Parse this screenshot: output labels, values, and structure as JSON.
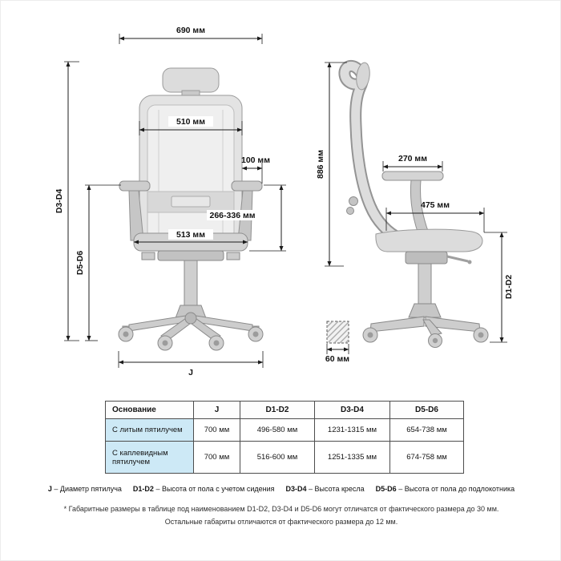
{
  "front_view": {
    "overall_width": "690 мм",
    "backrest_width": "510 мм",
    "armrest_offset": "100 мм",
    "armrest_height_range": "266-336 мм",
    "seat_width": "513 мм",
    "dim_d3_d4": "D3-D4",
    "dim_d5_d6": "D5-D6",
    "dim_j": "J"
  },
  "side_view": {
    "overall_height": "886 мм",
    "armrest_pad_length": "270 мм",
    "seat_depth": "475 мм",
    "dim_d1_d2": "D1-D2",
    "caster_size": "60 мм"
  },
  "table": {
    "headers": [
      "Основание",
      "J",
      "D1-D2",
      "D3-D4",
      "D5-D6"
    ],
    "rows": [
      {
        "base": "С литым пятилучем",
        "j": "700 мм",
        "d1_d2": "496-580 мм",
        "d3_d4": "1231-1315 мм",
        "d5_d6": "654-738 мм"
      },
      {
        "base": "С каплевидным пятилучем",
        "j": "700 мм",
        "d1_d2": "516-600 мм",
        "d3_d4": "1251-1335 мм",
        "d5_d6": "674-758 мм"
      }
    ]
  },
  "legend": {
    "items": [
      {
        "term": "J",
        "desc": "– Диаметр пятилуча"
      },
      {
        "term": "D1-D2",
        "desc": "– Высота от пола с учетом сидения"
      },
      {
        "term": "D3-D4",
        "desc": "– Высота кресла"
      },
      {
        "term": "D5-D6",
        "desc": "– Высота от пола до подлокотника"
      }
    ]
  },
  "footnotes": {
    "line1": "* Габаритные размеры в таблице под наименованием D1-D2, D3-D4 и D5-D6 могут отличатся от фактического размера до 30 мм.",
    "line2": "Остальные габариты отличаются от фактического размера до 12 мм."
  },
  "colors": {
    "accent_cell": "#cde9f6",
    "chair_fill": "#dedede",
    "chair_stroke": "#9a9a9a",
    "dim_color": "#1c1c1c"
  }
}
